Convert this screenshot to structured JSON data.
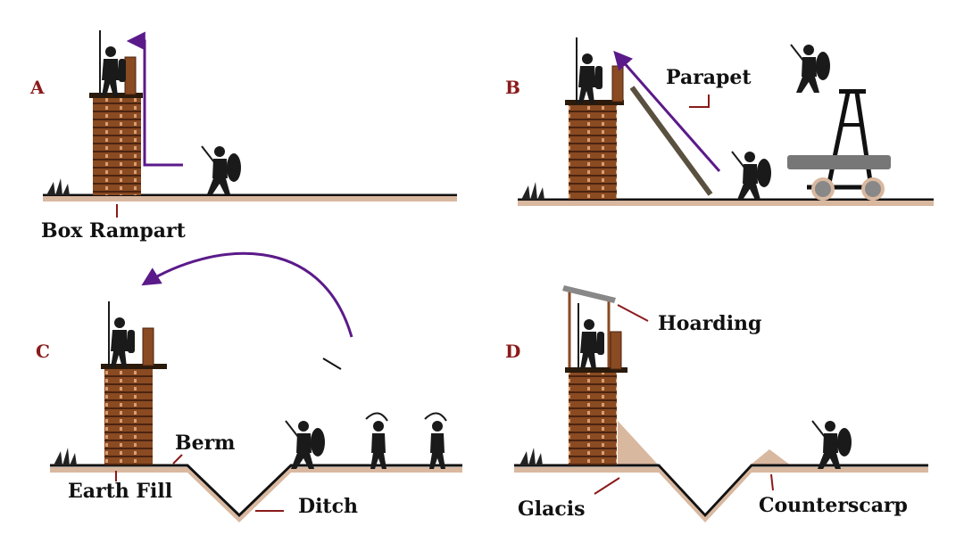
{
  "panels": {
    "a": {
      "letter": "A",
      "labels": {
        "box_rampart": "Box Rampart"
      }
    },
    "b": {
      "letter": "B",
      "labels": {
        "parapet": "Parapet"
      }
    },
    "c": {
      "letter": "C",
      "labels": {
        "berm": "Berm",
        "earth_fill": "Earth Fill",
        "ditch": "Ditch"
      }
    },
    "d": {
      "letter": "D",
      "labels": {
        "hoarding": "Hoarding",
        "glacis": "Glacis",
        "counterscarp": "Counterscarp"
      }
    }
  },
  "colors": {
    "panel_letter": "#8b1a1a",
    "leader_line": "#8b1a1a",
    "attack_arrow": "#5b1a8a",
    "timber": "#8a4a22",
    "timber_dark": "#4a2410",
    "ground": "#111111",
    "earth": "#d9b8a0",
    "figure": "#1a1a1a"
  },
  "icons": {
    "figures": "warrior-silhouette-icon",
    "tower": "siege-tower-icon",
    "arrow": "attack-arrow-icon"
  }
}
